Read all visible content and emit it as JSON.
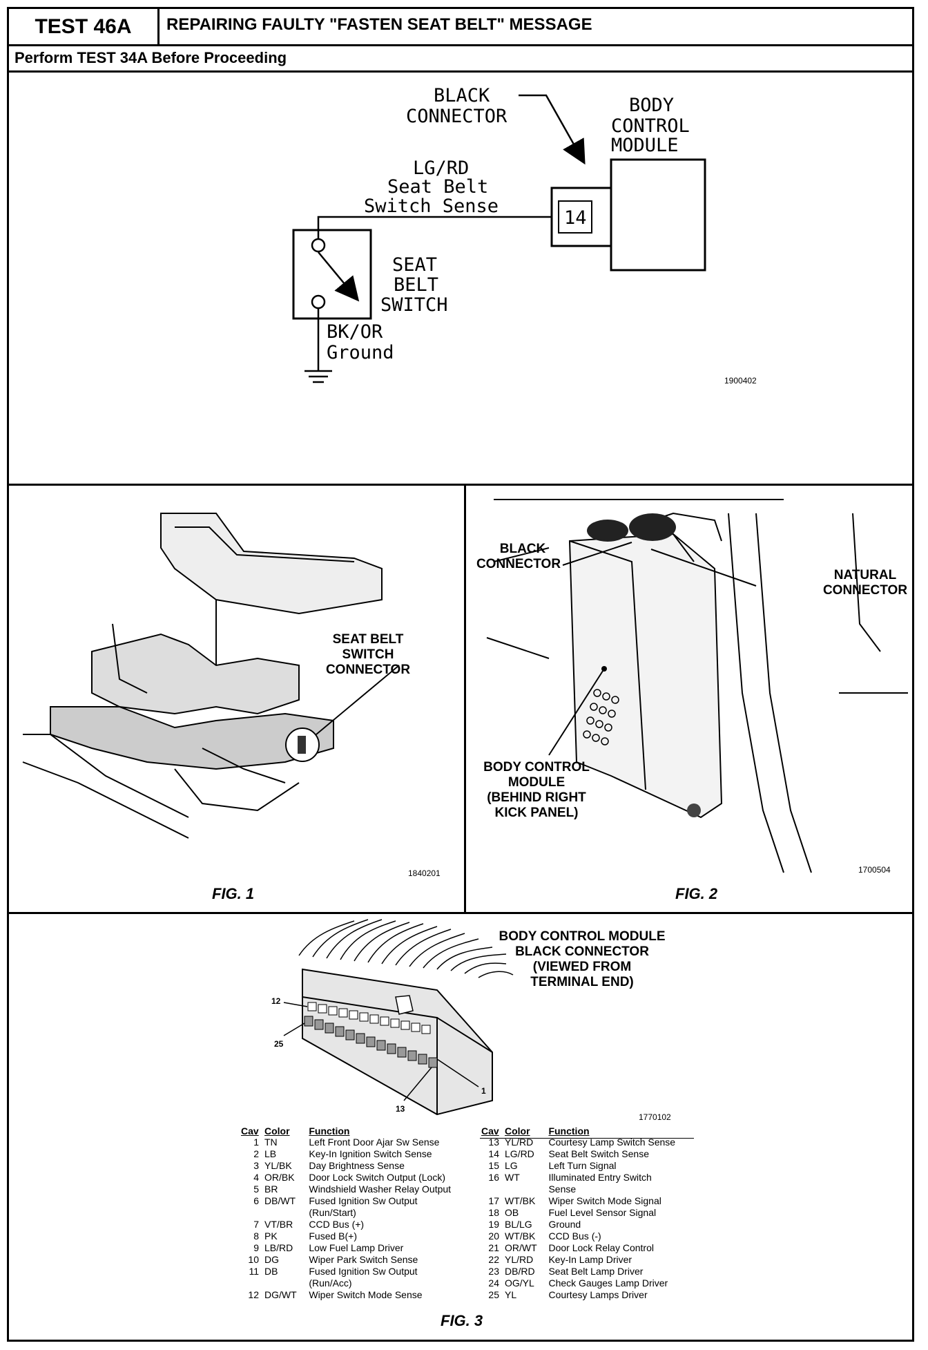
{
  "header": {
    "test_id": "TEST 46A",
    "title": "REPAIRING FAULTY \"FASTEN SEAT BELT\" MESSAGE",
    "prerequisite": "Perform TEST 34A Before Proceeding"
  },
  "schematic": {
    "black_connector_l1": "BLACK",
    "black_connector_l2": "CONNECTOR",
    "bcm_l1": "BODY",
    "bcm_l2": "CONTROL",
    "bcm_l3": "MODULE",
    "wire_color": "LG/RD",
    "wire_func_l1": "Seat Belt",
    "wire_func_l2": "Switch Sense",
    "pin": "14",
    "switch_l1": "SEAT",
    "switch_l2": "BELT",
    "switch_l3": "SWITCH",
    "ground_color": "BK/OR",
    "ground_label": "Ground",
    "ref_id": "1900402"
  },
  "fig1": {
    "label_l1": "SEAT BELT",
    "label_l2": "SWITCH",
    "label_l3": "CONNECTOR",
    "ref_id": "1840201",
    "caption": "FIG. 1"
  },
  "fig2": {
    "black_l1": "BLACK",
    "black_l2": "CONNECTOR",
    "natural_l1": "NATURAL",
    "natural_l2": "CONNECTOR",
    "bcm_l1": "BODY CONTROL",
    "bcm_l2": "MODULE",
    "bcm_l3": "(BEHIND RIGHT",
    "bcm_l4": "KICK PANEL)",
    "ref_id": "1700504",
    "caption": "FIG. 2"
  },
  "fig3": {
    "title_l1": "BODY CONTROL MODULE",
    "title_l2": "BLACK CONNECTOR",
    "title_l3": "(VIEWED FROM",
    "title_l4": "TERMINAL END)",
    "pin_12": "12",
    "pin_25": "25",
    "pin_13": "13",
    "pin_1": "1",
    "ref_id": "1770102",
    "caption": "FIG. 3",
    "columns": [
      "Cav",
      "Color",
      "Function"
    ],
    "left_rows": [
      {
        "cav": "1",
        "color": "TN",
        "func": "Left Front Door Ajar Sw Sense"
      },
      {
        "cav": "2",
        "color": "LB",
        "func": "Key-In Ignition Switch Sense"
      },
      {
        "cav": "3",
        "color": "YL/BK",
        "func": "Day Brightness Sense"
      },
      {
        "cav": "4",
        "color": "OR/BK",
        "func": "Door Lock Switch Output (Lock)"
      },
      {
        "cav": "5",
        "color": "BR",
        "func": "Windshield Washer Relay Output"
      },
      {
        "cav": "6",
        "color": "DB/WT",
        "func": "Fused Ignition Sw Output"
      },
      {
        "cav": "",
        "color": "",
        "func": "(Run/Start)"
      },
      {
        "cav": "7",
        "color": "VT/BR",
        "func": "CCD Bus (+)"
      },
      {
        "cav": "8",
        "color": "PK",
        "func": "Fused B(+)"
      },
      {
        "cav": "9",
        "color": "LB/RD",
        "func": "Low Fuel Lamp Driver"
      },
      {
        "cav": "10",
        "color": "DG",
        "func": "Wiper Park Switch Sense"
      },
      {
        "cav": "11",
        "color": "DB",
        "func": "Fused Ignition Sw Output"
      },
      {
        "cav": "",
        "color": "",
        "func": "(Run/Acc)"
      },
      {
        "cav": "12",
        "color": "DG/WT",
        "func": "Wiper Switch Mode Sense"
      }
    ],
    "right_rows": [
      {
        "cav": "13",
        "color": "YL/RD",
        "func": "Courtesy Lamp Switch Sense"
      },
      {
        "cav": "14",
        "color": "LG/RD",
        "func": "Seat Belt Switch Sense"
      },
      {
        "cav": "15",
        "color": "LG",
        "func": "Left Turn Signal"
      },
      {
        "cav": "16",
        "color": "WT",
        "func": "Illuminated Entry Switch"
      },
      {
        "cav": "",
        "color": "",
        "func": "Sense"
      },
      {
        "cav": "17",
        "color": "WT/BK",
        "func": "Wiper Switch Mode Signal"
      },
      {
        "cav": "18",
        "color": "OB",
        "func": "Fuel Level Sensor Signal"
      },
      {
        "cav": "19",
        "color": "BL/LG",
        "func": "Ground"
      },
      {
        "cav": "20",
        "color": "WT/BK",
        "func": "CCD Bus (-)"
      },
      {
        "cav": "21",
        "color": "OR/WT",
        "func": "Door Lock Relay Control"
      },
      {
        "cav": "22",
        "color": "YL/RD",
        "func": "Key-In Lamp Driver"
      },
      {
        "cav": "23",
        "color": "DB/RD",
        "func": "Seat Belt Lamp Driver"
      },
      {
        "cav": "24",
        "color": "OG/YL",
        "func": "Check Gauges Lamp Driver"
      },
      {
        "cav": "25",
        "color": "YL",
        "func": "Courtesy Lamps Driver"
      }
    ]
  }
}
